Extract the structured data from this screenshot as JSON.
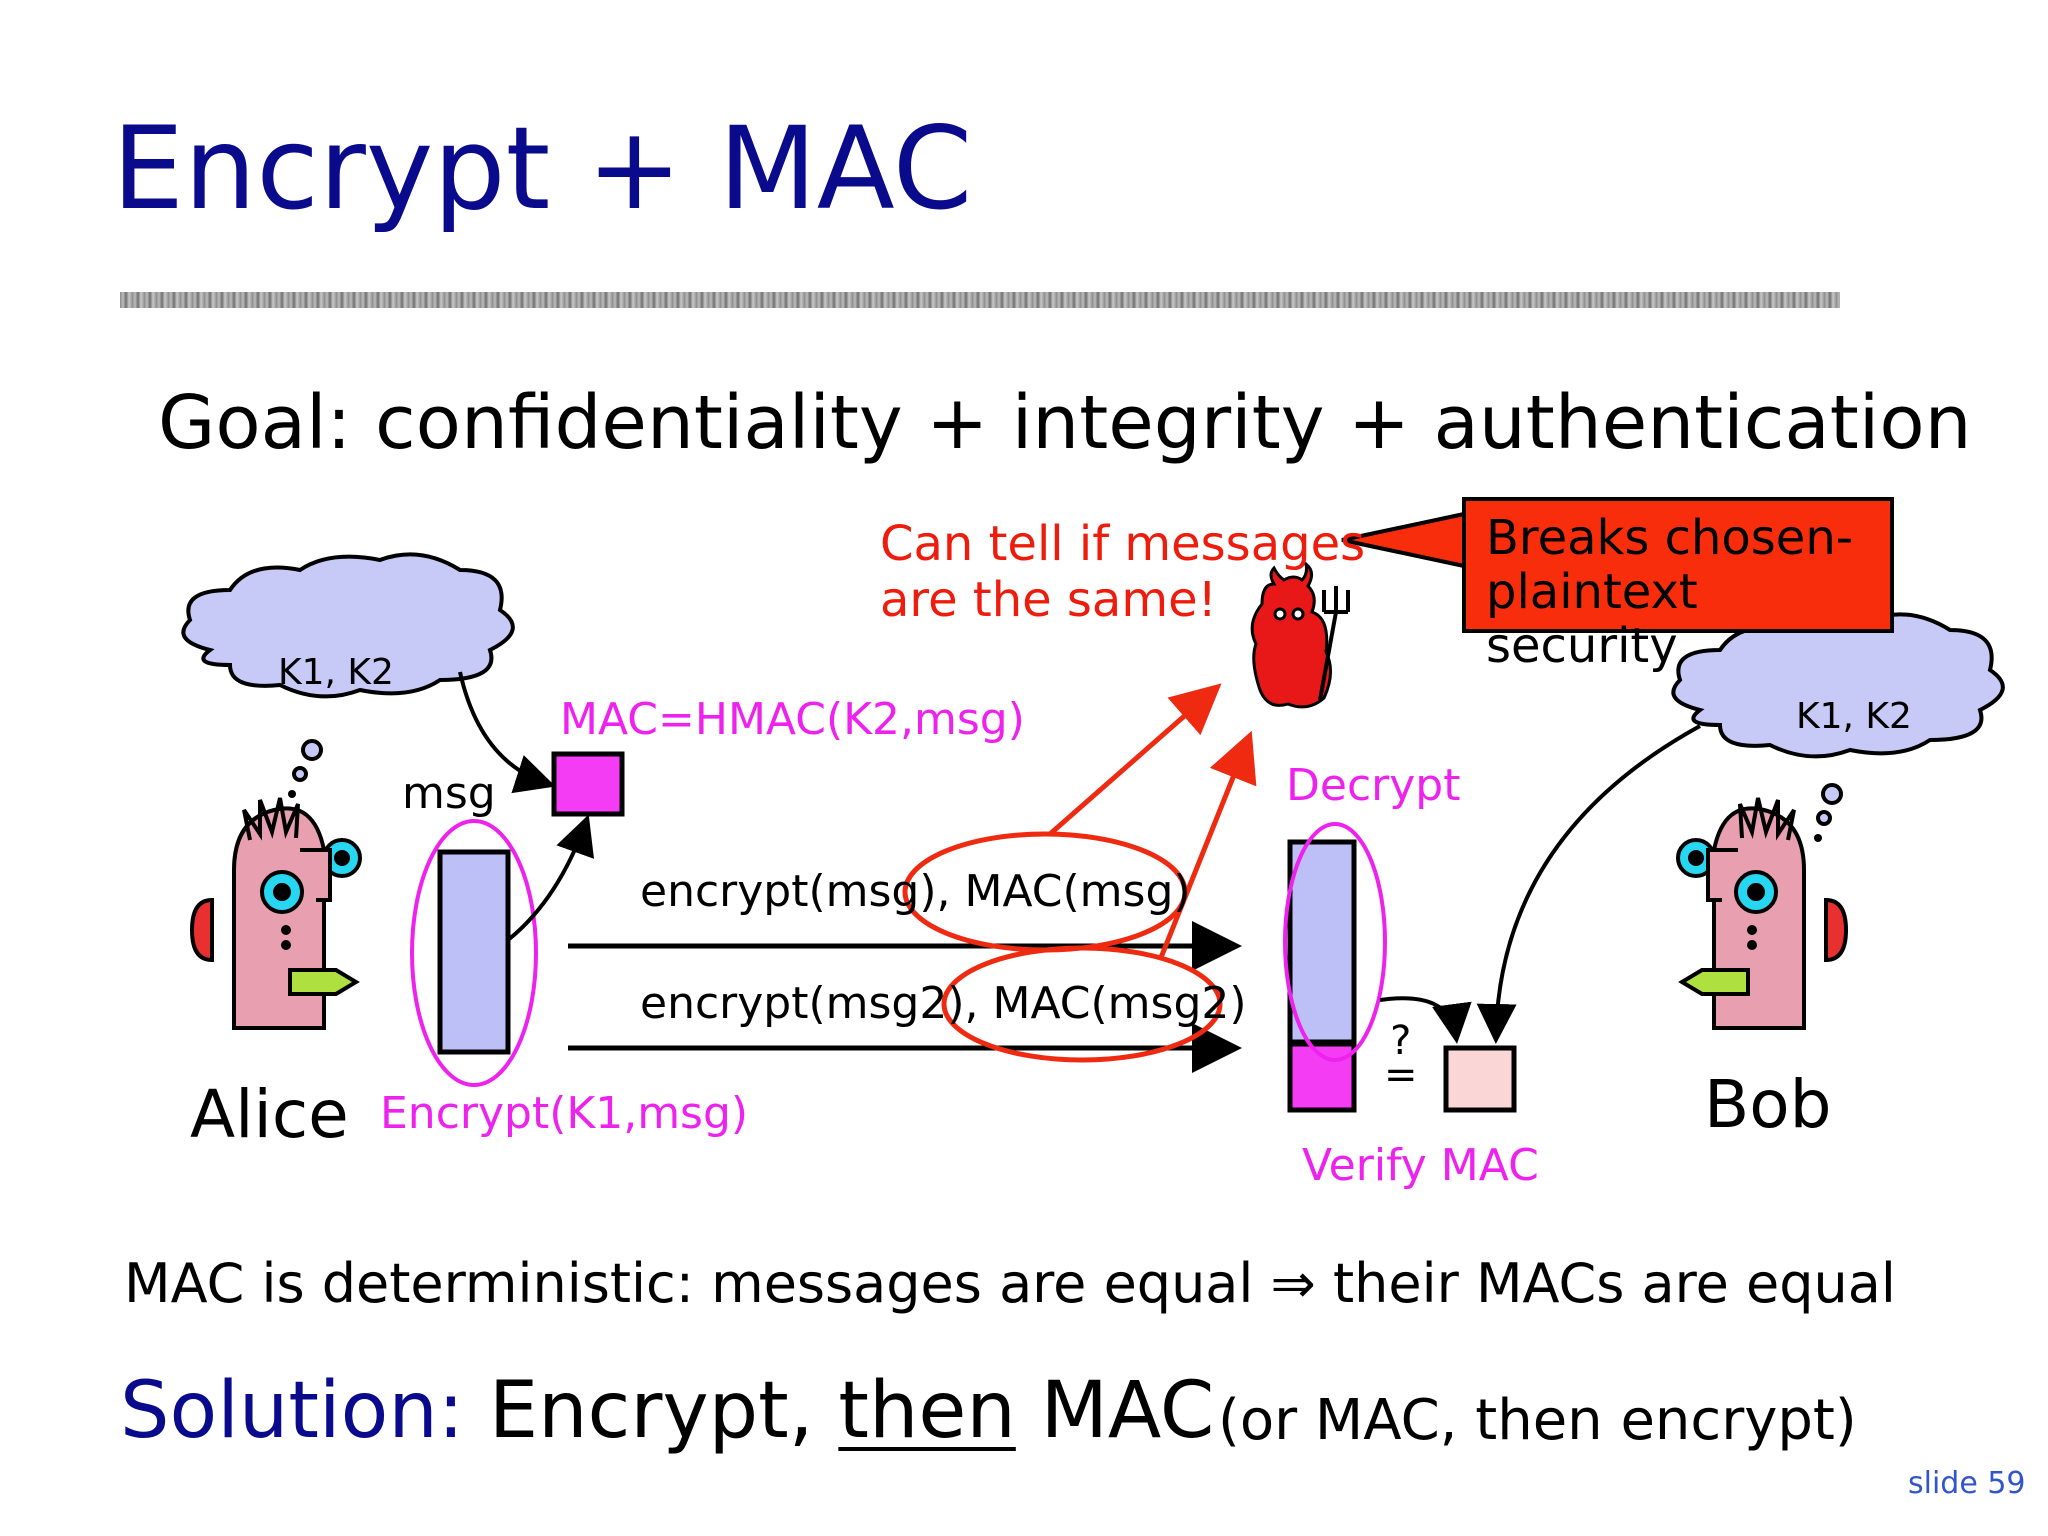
{
  "title": "Encrypt + MAC",
  "goal": "Goal: confidentiality + integrity + authentication",
  "attacker_note": {
    "line1": "Can tell if messages",
    "line2": "are the same!"
  },
  "breaks_box": {
    "line1": "Breaks chosen-",
    "line2": "plaintext security"
  },
  "alice": {
    "name": "Alice",
    "keys": "K1, K2"
  },
  "bob": {
    "name": "Bob",
    "keys": "K1, K2"
  },
  "labels": {
    "msg": "msg",
    "mac": "MAC=HMAC(K2,msg)",
    "encrypt": "Encrypt(K1,msg)",
    "decrypt": "Decrypt",
    "verify": "Verify MAC",
    "compare_q": "?",
    "compare_eq": "="
  },
  "flows": [
    {
      "enc": "encrypt(msg),",
      "mac": "MAC(msg)"
    },
    {
      "enc": "encrypt(msg2),",
      "mac": "MAC(msg2)"
    }
  ],
  "deterministic": "MAC is deterministic: messages are equal ⇒ their MACs are equal",
  "solution": {
    "label": "Solution:",
    "pre": "Encrypt,",
    "under": "then",
    "post": "MAC",
    "alt": "(or MAC, then encrypt)"
  },
  "slide_number": "slide 59",
  "colors": {
    "title_blue": "#0a0a8c",
    "magenta": "#ee22ee",
    "red": "#ee1c0c",
    "cloud": "#c7c9f7",
    "block": "#bcc0f7",
    "mac_box": "#f53cf5",
    "verify_box": "#fbd6d6"
  }
}
